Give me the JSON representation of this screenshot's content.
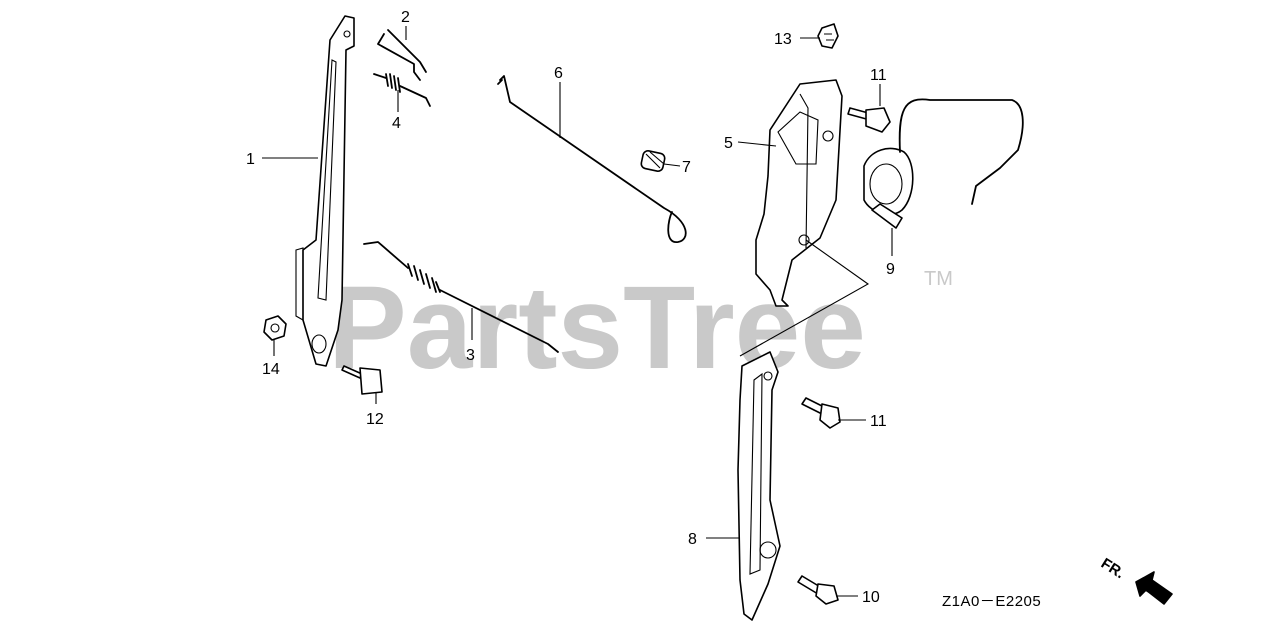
{
  "watermark": {
    "brand": "PartsTree",
    "trademark": "TM"
  },
  "diagram_code": "Z1A0－E2205",
  "direction_label": "FR.",
  "callouts": {
    "p1": "1",
    "p2": "2",
    "p3": "3",
    "p4": "4",
    "p5": "5",
    "p6": "6",
    "p7": "7",
    "p8": "8",
    "p9": "9",
    "p10": "10",
    "p11a": "11",
    "p11b": "11",
    "p12": "12",
    "p13": "13",
    "p14": "14"
  }
}
